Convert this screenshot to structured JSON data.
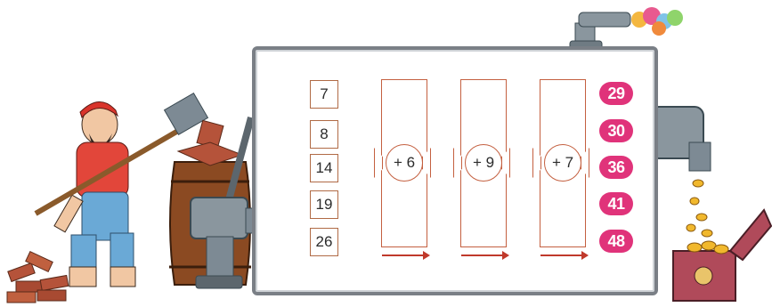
{
  "inputs": [
    "7",
    "8",
    "14",
    "19",
    "26"
  ],
  "operations": [
    "+ 6",
    "+ 9",
    "+ 7"
  ],
  "outputs": [
    "29",
    "30",
    "36",
    "41",
    "48"
  ],
  "colors": {
    "stage_border": "#c46040",
    "output_bubble": "#e0337a",
    "machine_frame": "#7a7f86"
  },
  "icons": {
    "pirate": "pirate-with-shovel",
    "barrel": "wooden-barrel",
    "bricks": "brick-pile",
    "chest": "treasure-chest",
    "coins": "gold-coins",
    "steam": "rainbow-steam-puff"
  }
}
